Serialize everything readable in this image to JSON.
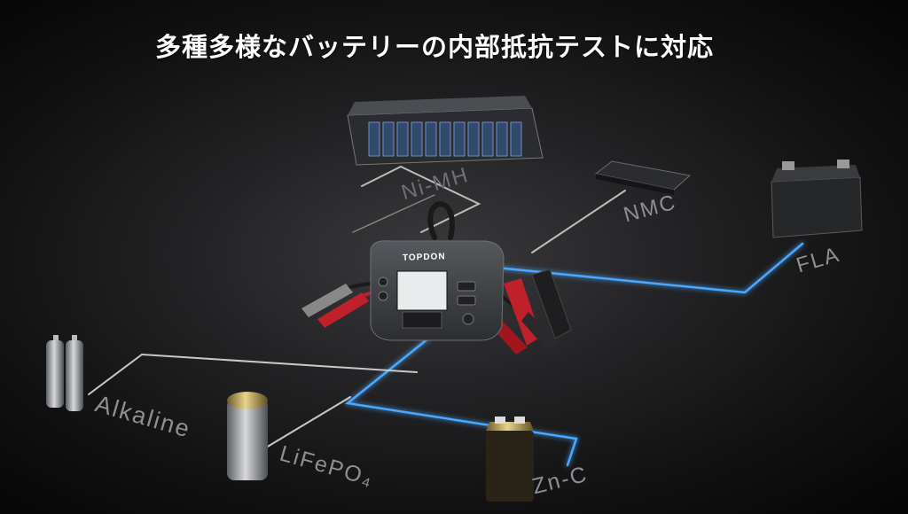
{
  "headline": "多種多様なバッテリーの内部抵抗テストに対応",
  "device": {
    "brand": "TOPDON"
  },
  "battery_types": {
    "nimh": "Ni-MH",
    "nmc": "NMC",
    "fla": "FLA",
    "alkaline": "Alkaline",
    "lifepo4": "LiFePO₄",
    "znc": "Zn-C"
  },
  "colors": {
    "glow_line": "#4aa8ff",
    "trace_line": "#c8c8c8",
    "clamp_red": "#c0202a",
    "clamp_black": "#1e1e20"
  }
}
